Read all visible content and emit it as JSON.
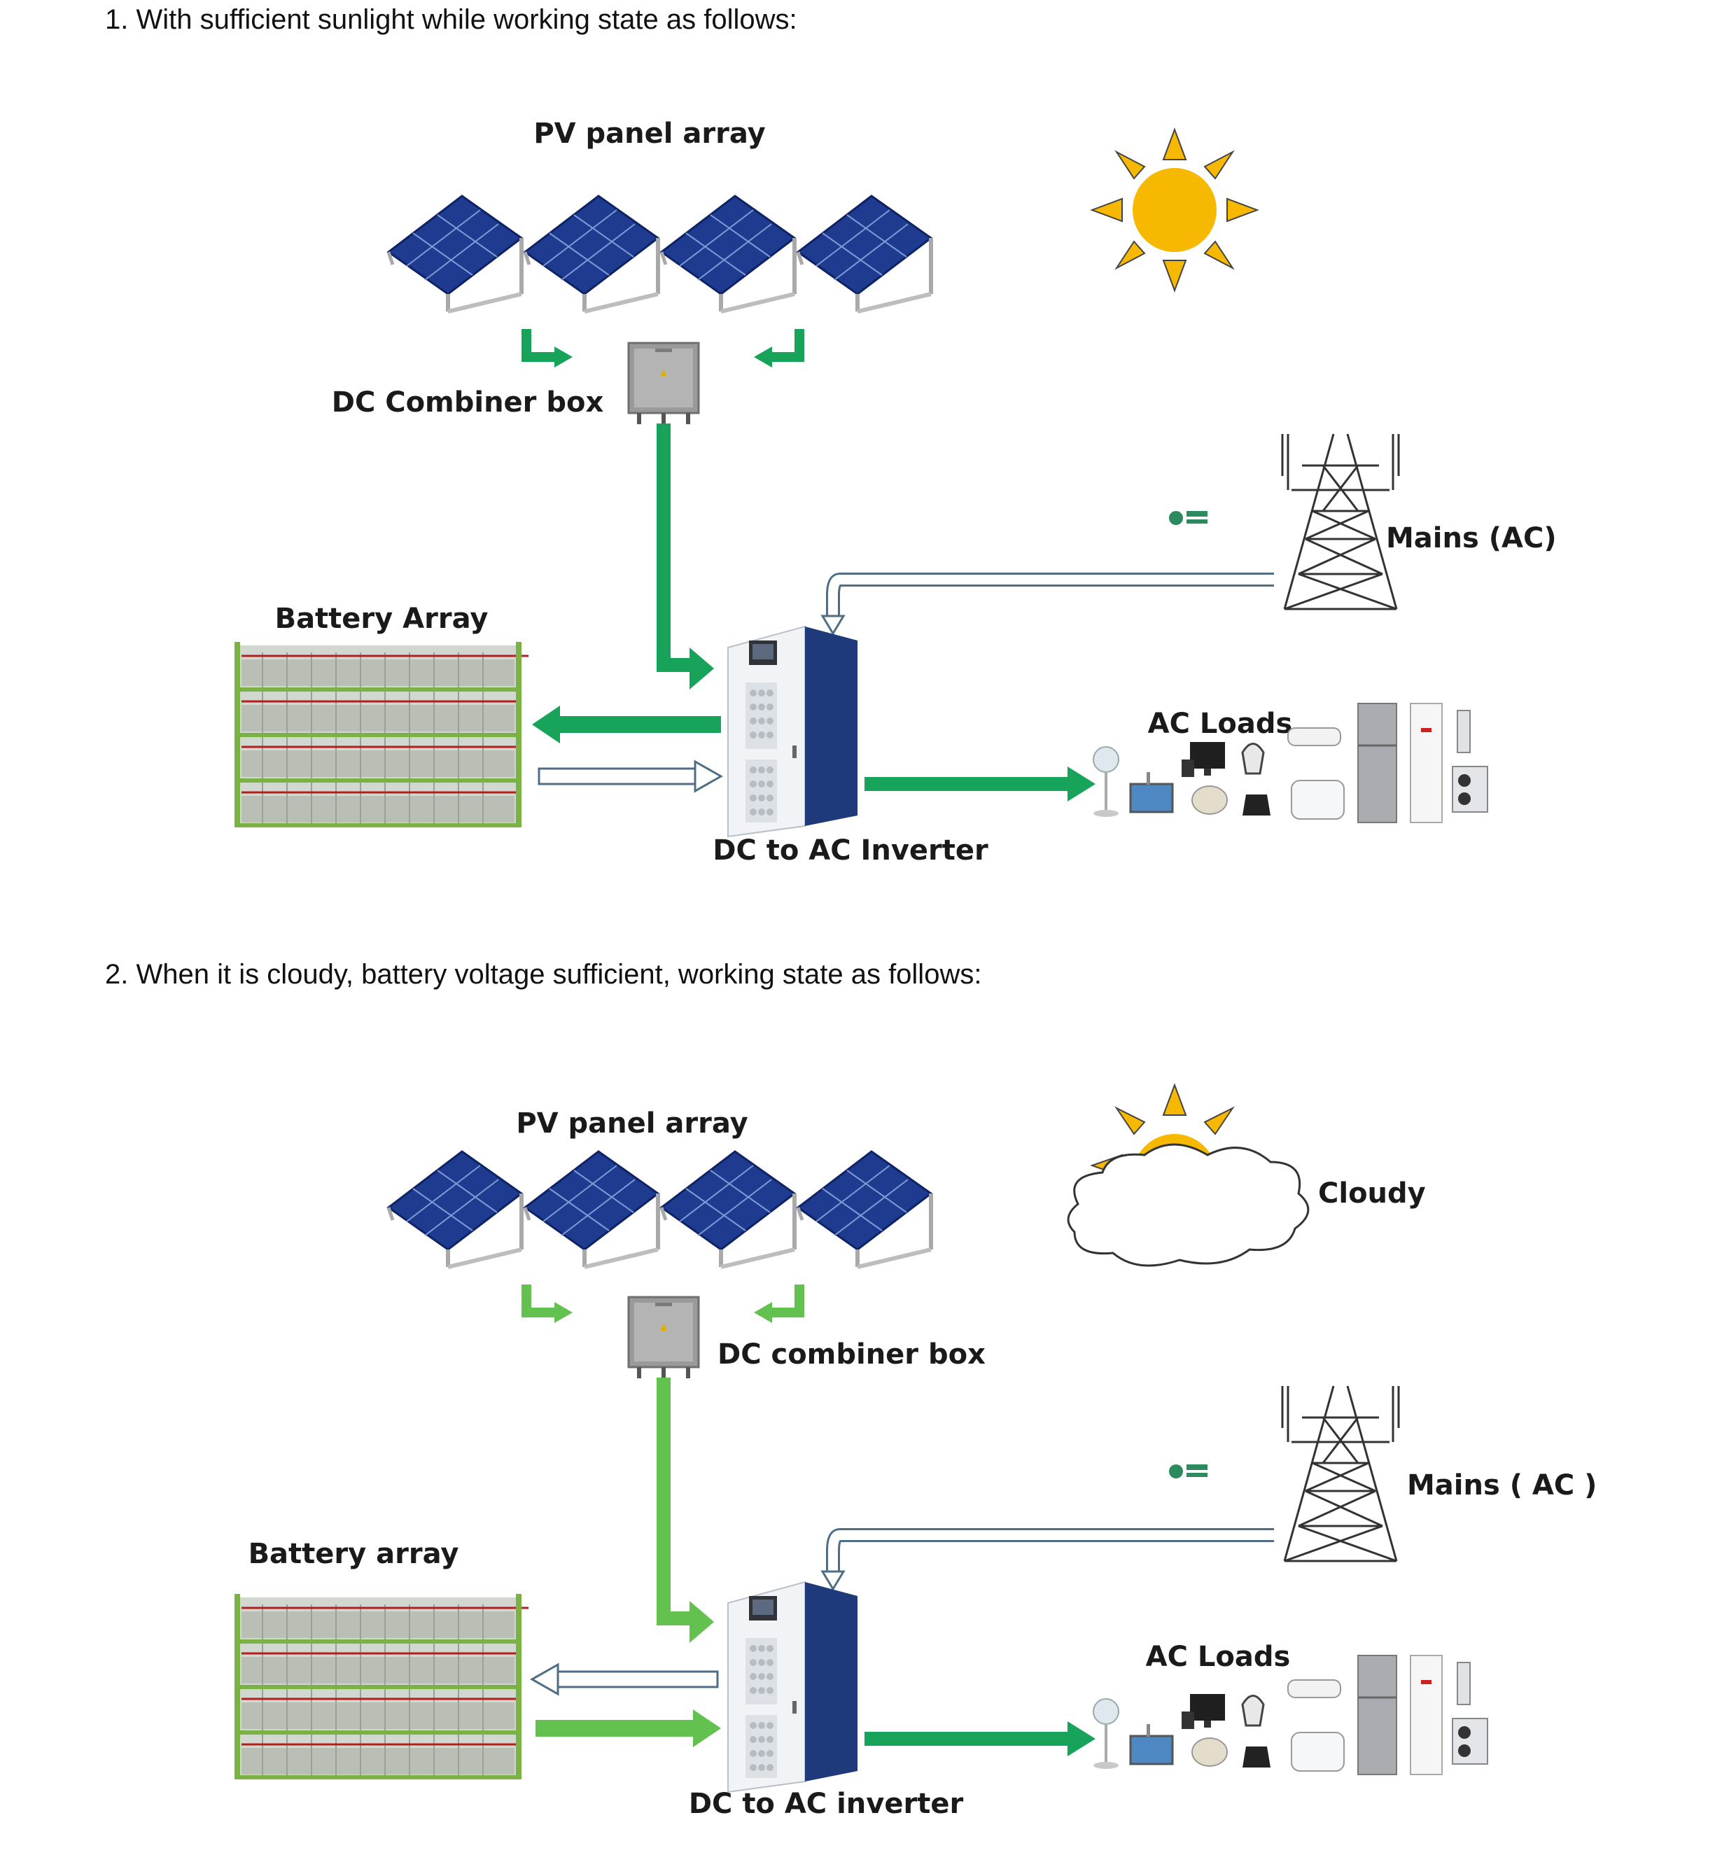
{
  "sections": [
    {
      "heading": "1. With sufficient sunlight while working state as follows:",
      "labels": {
        "pv": "PV panel array",
        "combiner": "DC Combiner box",
        "mains": "Mains (AC)",
        "battery": "Battery Array",
        "loads": "AC Loads",
        "inverter": "DC to AC Inverter"
      },
      "weather": "sunny"
    },
    {
      "heading": "2. When it is cloudy, battery voltage sufficient, working state as follows:",
      "labels": {
        "pv": "PV panel array",
        "weather": "Cloudy",
        "combiner": "DC combiner box",
        "mains": "Mains ( AC )",
        "battery": "Battery array",
        "loads": "AC Loads",
        "inverter": "DC to AC inverter"
      },
      "weather": "cloudy"
    }
  ],
  "colors": {
    "flow_active_1": "#17a45a",
    "flow_active_2": "#62c14f",
    "flow_idle": "#4f6e86",
    "panel": "#1f3b8f",
    "sun": "#f6b800",
    "inverter_side": "#1f3a7a"
  }
}
